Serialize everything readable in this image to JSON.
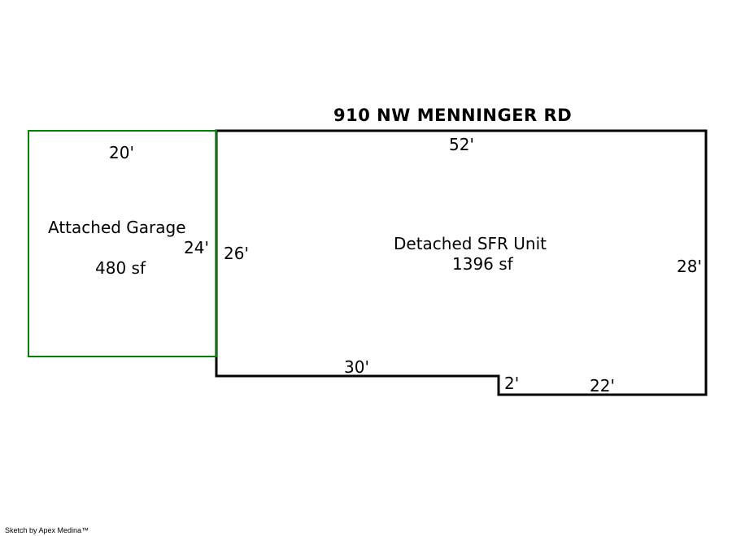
{
  "title": "910 NW MENNINGER RD",
  "colors": {
    "garage_outline": "#008000",
    "house_outline": "#000000"
  },
  "garage": {
    "name": "Attached Garage",
    "area": "480 sf",
    "dims": {
      "top": "20'",
      "right": "24'"
    }
  },
  "house": {
    "name": "Detached SFR Unit",
    "area": "1396 sf",
    "dims": {
      "top": "52'",
      "left": "26'",
      "right": "28'",
      "bottom_left": "30'",
      "step": "2'",
      "bottom_right": "22'"
    }
  },
  "credit": "Sketch by Apex Medina™"
}
